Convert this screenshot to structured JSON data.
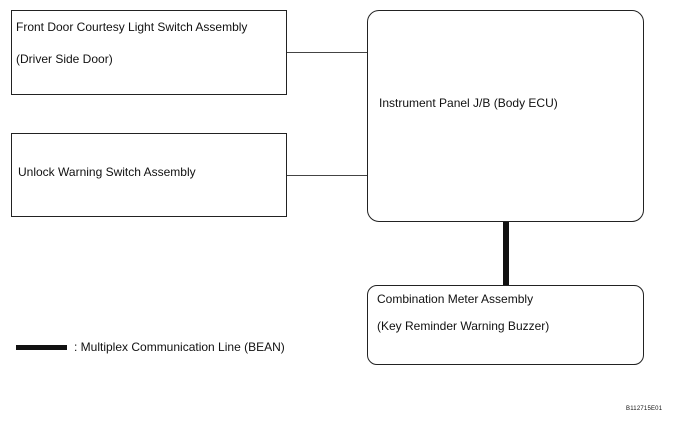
{
  "boxes": {
    "courtesy_switch": {
      "line1": "Front Door Courtesy Light Switch Assembly",
      "line2": "(Driver Side Door)"
    },
    "unlock_switch": {
      "line1": "Unlock Warning Switch Assembly"
    },
    "body_ecu": {
      "line1": "Instrument Panel J/B (Body ECU)"
    },
    "combination_meter": {
      "line1": "Combination Meter Assembly",
      "line2": "(Key Reminder Warning Buzzer)"
    }
  },
  "legend": {
    "label": ": Multiplex Communication Line (BEAN)"
  },
  "figure_id": "B112715E01"
}
